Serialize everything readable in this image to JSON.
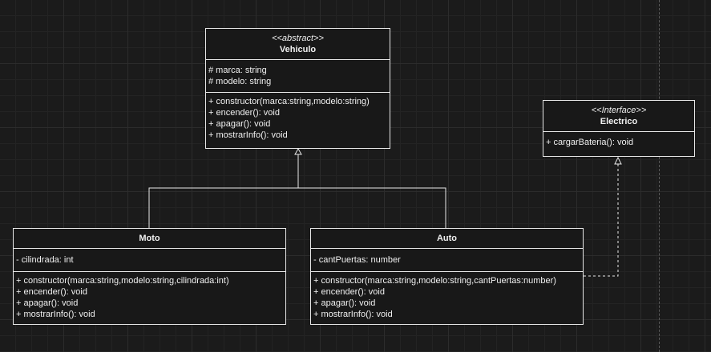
{
  "vehiculo": {
    "stereotype": "<<abstract>>",
    "name": "Vehiculo",
    "attributes": [
      "# marca: string",
      "# modelo: string"
    ],
    "methods": [
      "+ constructor(marca:string,modelo:string)",
      "+ encender(): void",
      "+ apagar(): void",
      "+ mostrarInfo(): void"
    ]
  },
  "electrico": {
    "stereotype": "<<Interface>>",
    "name": "Electrico",
    "methods": [
      "+ cargarBateria(): void"
    ]
  },
  "moto": {
    "name": "Moto",
    "attributes": [
      "- cilindrada: int"
    ],
    "methods": [
      "+ constructor(marca:string,modelo:string,cilindrada:int)",
      "+ encender(): void",
      "+ apagar(): void",
      "+ mostrarInfo(): void"
    ]
  },
  "auto": {
    "name": "Auto",
    "attributes": [
      "- cantPuertas: number"
    ],
    "methods": [
      "+ constructor(marca:string,modelo:string,cantPuertas:number)",
      "+ encender(): void",
      "+ apagar(): void",
      "+ mostrarInfo(): void"
    ]
  },
  "colors": {
    "background": "#1b1b1b",
    "line": "#e8e8e8",
    "text": "#f0f0f0"
  }
}
